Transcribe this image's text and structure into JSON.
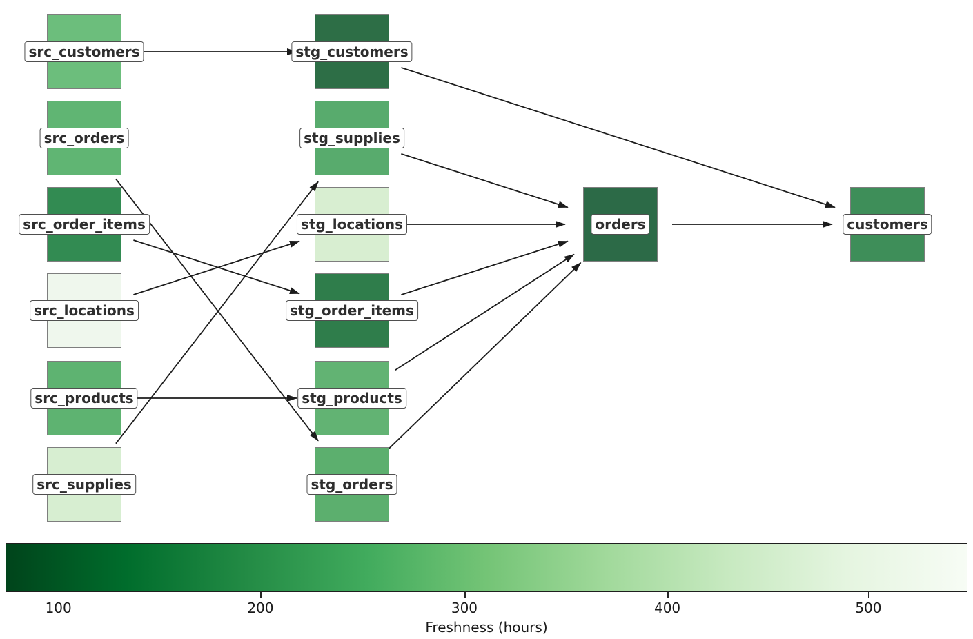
{
  "diagram": {
    "nodes": [
      {
        "id": "src_customers",
        "label": "src_customers",
        "color": "#6cbe7c",
        "col": 0,
        "row": 0
      },
      {
        "id": "src_orders",
        "label": "src_orders",
        "color": "#60b573",
        "col": 0,
        "row": 1
      },
      {
        "id": "src_order_items",
        "label": "src_order_items",
        "color": "#328b52",
        "col": 0,
        "row": 2
      },
      {
        "id": "src_locations",
        "label": "src_locations",
        "color": "#eff7ed",
        "col": 0,
        "row": 3
      },
      {
        "id": "src_products",
        "label": "src_products",
        "color": "#5eb371",
        "col": 0,
        "row": 4
      },
      {
        "id": "src_supplies",
        "label": "src_supplies",
        "color": "#d7eed1",
        "col": 0,
        "row": 5
      },
      {
        "id": "stg_customers",
        "label": "stg_customers",
        "color": "#2d6e46",
        "col": 1,
        "row": 0
      },
      {
        "id": "stg_supplies",
        "label": "stg_supplies",
        "color": "#58ab6d",
        "col": 1,
        "row": 1
      },
      {
        "id": "stg_locations",
        "label": "stg_locations",
        "color": "#d8eed1",
        "col": 1,
        "row": 2
      },
      {
        "id": "stg_order_items",
        "label": "stg_order_items",
        "color": "#2f7d4b",
        "col": 1,
        "row": 3
      },
      {
        "id": "stg_products",
        "label": "stg_products",
        "color": "#62b373",
        "col": 1,
        "row": 4
      },
      {
        "id": "stg_orders",
        "label": "stg_orders",
        "color": "#5caf6e",
        "col": 1,
        "row": 5
      },
      {
        "id": "orders",
        "label": "orders",
        "color": "#2c6a47",
        "col": 2,
        "row": 2
      },
      {
        "id": "customers",
        "label": "customers",
        "color": "#3e8e59",
        "col": 3,
        "row": 2
      }
    ],
    "edges": [
      [
        "src_customers",
        "stg_customers"
      ],
      [
        "src_orders",
        "stg_orders"
      ],
      [
        "src_order_items",
        "stg_order_items"
      ],
      [
        "src_locations",
        "stg_locations"
      ],
      [
        "src_products",
        "stg_products"
      ],
      [
        "src_supplies",
        "stg_supplies"
      ],
      [
        "stg_supplies",
        "orders"
      ],
      [
        "stg_locations",
        "orders"
      ],
      [
        "stg_order_items",
        "orders"
      ],
      [
        "stg_products",
        "orders"
      ],
      [
        "stg_orders",
        "orders"
      ],
      [
        "stg_customers",
        "customers"
      ],
      [
        "orders",
        "customers"
      ]
    ],
    "edge_color": "#1c1c1c",
    "node_border_color": "#7e7e7e"
  },
  "colorbar": {
    "label": "Freshness (hours)",
    "ticks": [
      {
        "label": "100",
        "pos_pct": 5.5
      },
      {
        "label": "200",
        "pos_pct": 26.5
      },
      {
        "label": "300",
        "pos_pct": 47.7
      },
      {
        "label": "400",
        "pos_pct": 68.8
      },
      {
        "label": "500",
        "pos_pct": 89.7
      }
    ],
    "gradient_stops": [
      "#00441b",
      "#006d2c",
      "#238b45",
      "#41ab5d",
      "#74c476",
      "#a1d99b",
      "#c7e9c0",
      "#e5f5e0",
      "#f7fcf5"
    ]
  }
}
